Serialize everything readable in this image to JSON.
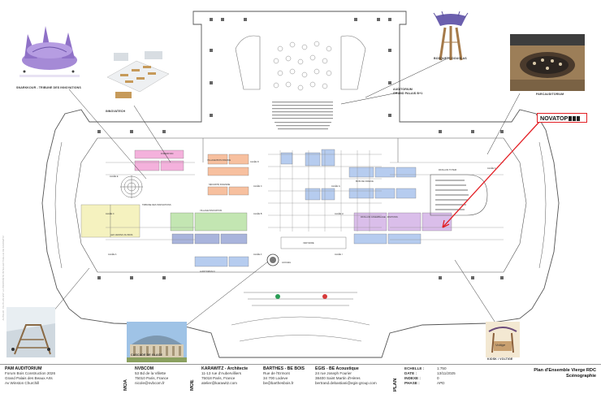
{
  "callouts": {
    "tribune": "SNARKKOUR - TRIBUNE DES INNOVATIONS",
    "innovatech": "INNOVATECH",
    "bosquets": "BOSQUETS DOUGLAS",
    "auditorium_gp": "AUDITORIUM\nGRAND PALAIS B+1",
    "parcauditorium": "PARCAUDITORIUM",
    "cascade": "CASCADE DE GLACE",
    "kiosk": "KIOSK / VOLTIGE",
    "voltige": "Voltige",
    "novatop": "NOVATOP"
  },
  "zones": {
    "formation": "FORMATION",
    "bois_france": "BOIS DE FRANCE",
    "pavillon_village": "VILLAGE BOIS FRANCE",
    "securite_incendie": "SÉCURITÉ INCENDIE",
    "village_innovation": "VILLAGE INNOVATION",
    "tribune_innov": "TRIBUNE DES INNOVATIONS",
    "ventes": "LES VENTES DU BOIS",
    "espace_clt": "PAVILLON / CLT",
    "pavillon_assemblage": "PAVILLON ASSEMBLAGE - FINITIONS",
    "vestiaire": "VESTIAIRE",
    "accueil": "ACCUEIL",
    "auditorium_c": "AUDITORIUM C",
    "pavillon_totem": "PAVILLON TOTEM",
    "allee_a": "ALLÉE A",
    "allee_b": "ALLÉE B",
    "allee_c": "ALLÉE C",
    "allee_d": "ALLÉE D",
    "allee_e": "ALLÉE E",
    "allee_f": "ALLÉE F",
    "allee_g": "ALLÉE G",
    "allee_h": "ALLÉE H",
    "allee_i": "ALLÉE I"
  },
  "footer": {
    "client": {
      "head": "PAM AUDITORIUM",
      "lines": [
        "Forum Bois Construction 2026",
        "Grand Palais des Beaux Arts",
        "Av Winston Churchill"
      ]
    },
    "moa": {
      "tag": "MOA",
      "head": "NVBCOM",
      "lines": [
        "53 Bd de la Villette",
        "75010 Paris, France",
        "nicole@nvbcom.fr"
      ]
    },
    "moe": {
      "tag": "MOE",
      "head": "KARAWITZ - Architecte",
      "lines": [
        "11-13 rue d'Aubervilliers",
        "75018 Paris, France",
        "atelier@karawitz.com"
      ]
    },
    "barthes": {
      "head": "BARTHES - BE BOIS",
      "lines": [
        "Rue de l'Ermont",
        "34 700 Lodeve",
        "be@barthesbois.fr"
      ]
    },
    "egis": {
      "head": "EGIS - BE Acoustique",
      "lines": [
        "24 rue Joseph Fourier",
        "38400 Saint Martin d'Hères",
        "bertrand.debastiani@egis-group.com"
      ]
    },
    "plan_tag": "PLAN",
    "fields": [
      {
        "k": "ECHELLE :",
        "v": "1:750"
      },
      {
        "k": "DATE :",
        "v": "13/11/2025"
      },
      {
        "k": "INDEXE :",
        "v": "0"
      },
      {
        "k": "PHASE :",
        "v": "APD"
      }
    ],
    "title": "Plan d'Ensemble Vierge RDC",
    "subtitle": "Scénographie"
  },
  "side_note": "AUTEUR : CE PLAN EST LA PROPRIÉTÉ INTELLECTUELLE DE KARAWITZ",
  "colors": {
    "pink": "#f2a3d6",
    "orange": "#f6b58e",
    "blue": "#a9c3ec",
    "lavender": "#d4b3e6",
    "green": "#b9e2a4",
    "yellow": "#f3f0b4",
    "slate": "#9aa7d6",
    "accent_red": "#e31e24"
  }
}
